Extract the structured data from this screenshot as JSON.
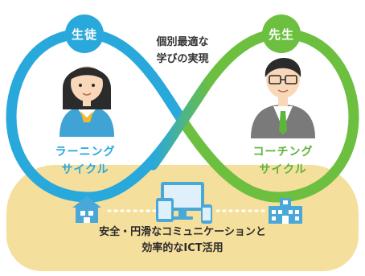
{
  "student": {
    "badge": "生徒",
    "cycle_line1": "ラーニング",
    "cycle_line2": "サイクル"
  },
  "teacher": {
    "badge": "先生",
    "cycle_line1": "コーチング",
    "cycle_line2": "サイクル"
  },
  "center_caption": {
    "line1": "個別最適な",
    "line2": "学びの実現"
  },
  "bottom_caption": {
    "line1": "安全・円滑なコミュニケーションと",
    "line2": "効率的なICT活用"
  },
  "colors": {
    "student_blue": "#29a8dc",
    "teacher_green": "#6cbf3f",
    "base_yellow": "#f5df9c",
    "icon_blue": "#4aa8d8"
  },
  "icons": [
    "home-icon",
    "computer-icon",
    "tablet-icon",
    "smartphone-icon",
    "school-icon"
  ]
}
